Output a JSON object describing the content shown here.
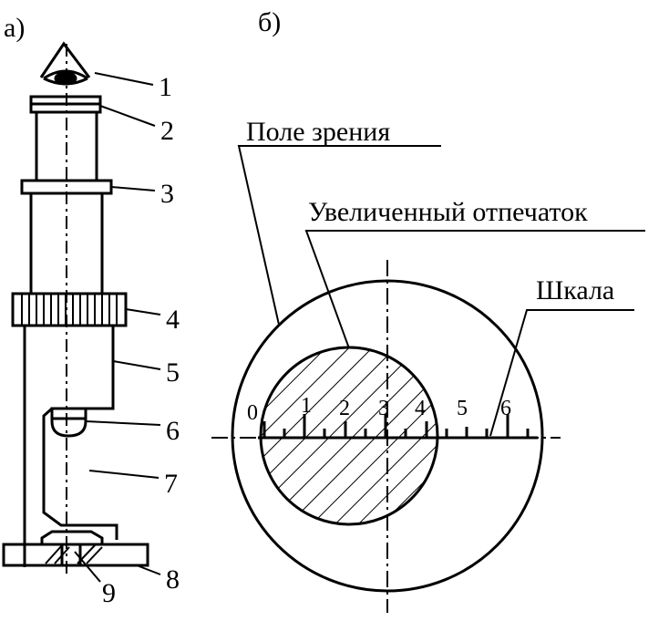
{
  "panel_a": {
    "label": "а)",
    "callouts": [
      "1",
      "2",
      "3",
      "4",
      "5",
      "6",
      "7",
      "8",
      "9"
    ]
  },
  "panel_b": {
    "label": "б)",
    "field_of_view_label": "Поле зрения",
    "imprint_label": "Увеличенный отпечаток",
    "scale_label": "Шкала",
    "scale_ticks": [
      "0",
      "1",
      "2",
      "3",
      "4",
      "5",
      "6"
    ]
  }
}
